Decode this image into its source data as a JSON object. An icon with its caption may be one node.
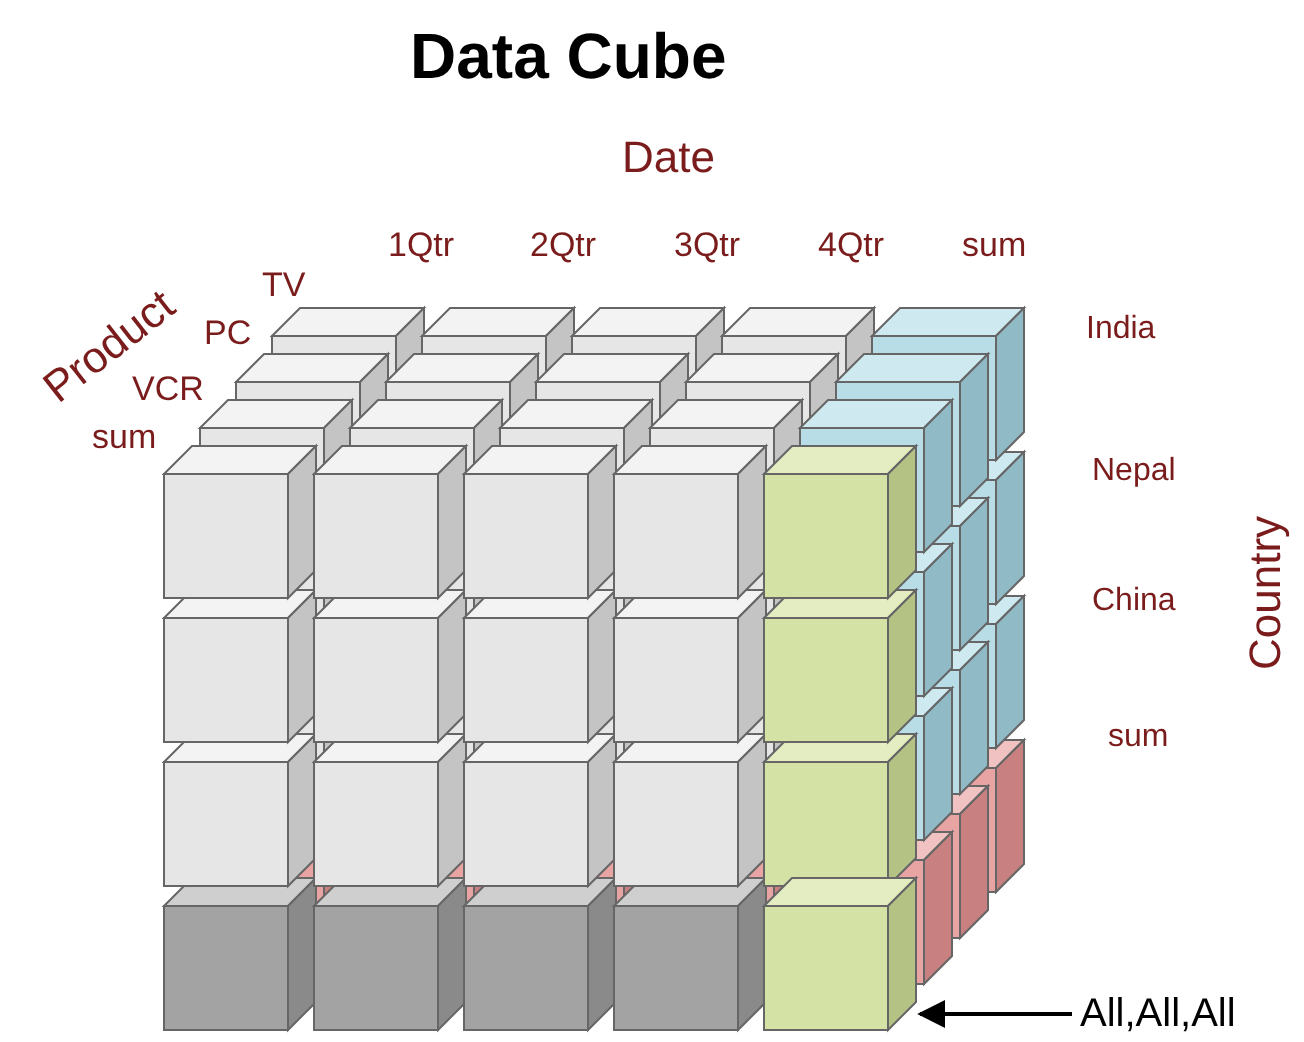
{
  "diagram": {
    "title": "Data Cube",
    "nodes": [
      {
        "text": [
          "All,All,All"
        ]
      },
      {
        "text": [],
        "shape": "box"
      }
    ],
    "edges": [
      {
        "from": 0,
        "to": 1,
        "arrow": "to"
      }
    ],
    "labels": [
      "Date",
      "Product",
      "1Qtr",
      "2Qtr",
      "3Qtr",
      "4Qtr",
      "sum",
      "TV",
      "PC",
      "India",
      "VCR",
      "sum",
      "Nepal",
      "Country",
      "China",
      "sum"
    ]
  }
}
